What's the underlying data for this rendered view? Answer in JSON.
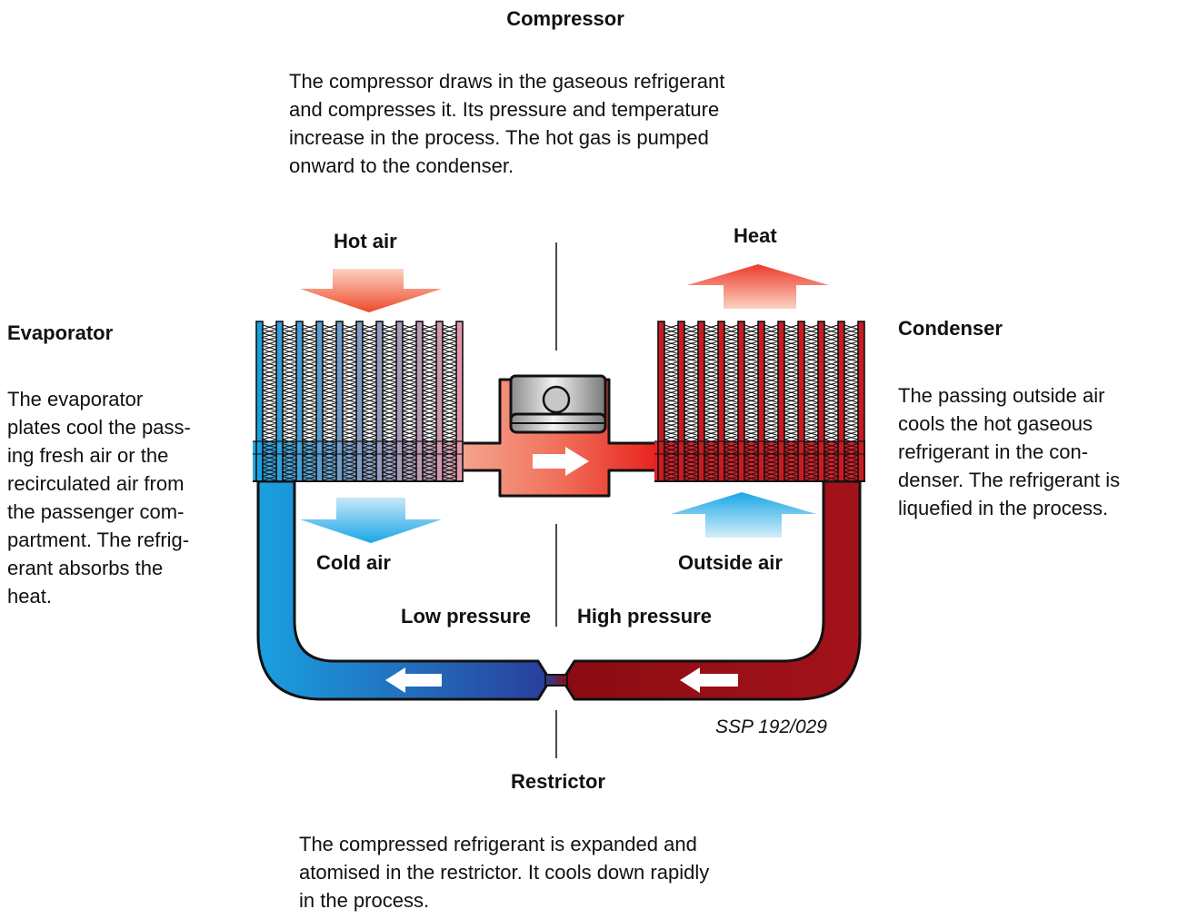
{
  "compressor": {
    "heading": "Compressor",
    "lines": [
      "The compressor draws in the gaseous refrigerant",
      "and compresses it. Its pressure and temperature",
      "increase in the process. The hot gas is pumped",
      "onward to the condenser."
    ]
  },
  "evaporator": {
    "heading": "Evaporator",
    "lines": [
      "The evaporator",
      "plates cool the pass-",
      "ing fresh air or the",
      "recirculated air from",
      "the passenger com-",
      "partment. The refrig-",
      "erant absorbs the",
      "heat."
    ]
  },
  "condenser": {
    "heading": "Condenser",
    "lines": [
      "The passing outside air",
      "cools the hot gaseous",
      "refrigerant in the con-",
      "denser. The refrigerant is",
      "liquefied in the process."
    ]
  },
  "restrictor": {
    "heading": "Restrictor",
    "lines": [
      "The compressed refrigerant is expanded and",
      "atomised in the restrictor. It cools down rapidly",
      "in the process."
    ]
  },
  "labels": {
    "hot_air": "Hot air",
    "heat": "Heat",
    "cold_air": "Cold air",
    "outside_air": "Outside air",
    "low_pressure": "Low pressure",
    "high_pressure": "High pressure",
    "reference": "SSP 192/029"
  },
  "colors": {
    "cold_refrigerant": "#1aa0e0",
    "hot_refrigerant": "#9e0f14",
    "warm_refrigerant": "#ee3a2b",
    "expansion": "#3a3a9a",
    "outline": "#111111"
  }
}
